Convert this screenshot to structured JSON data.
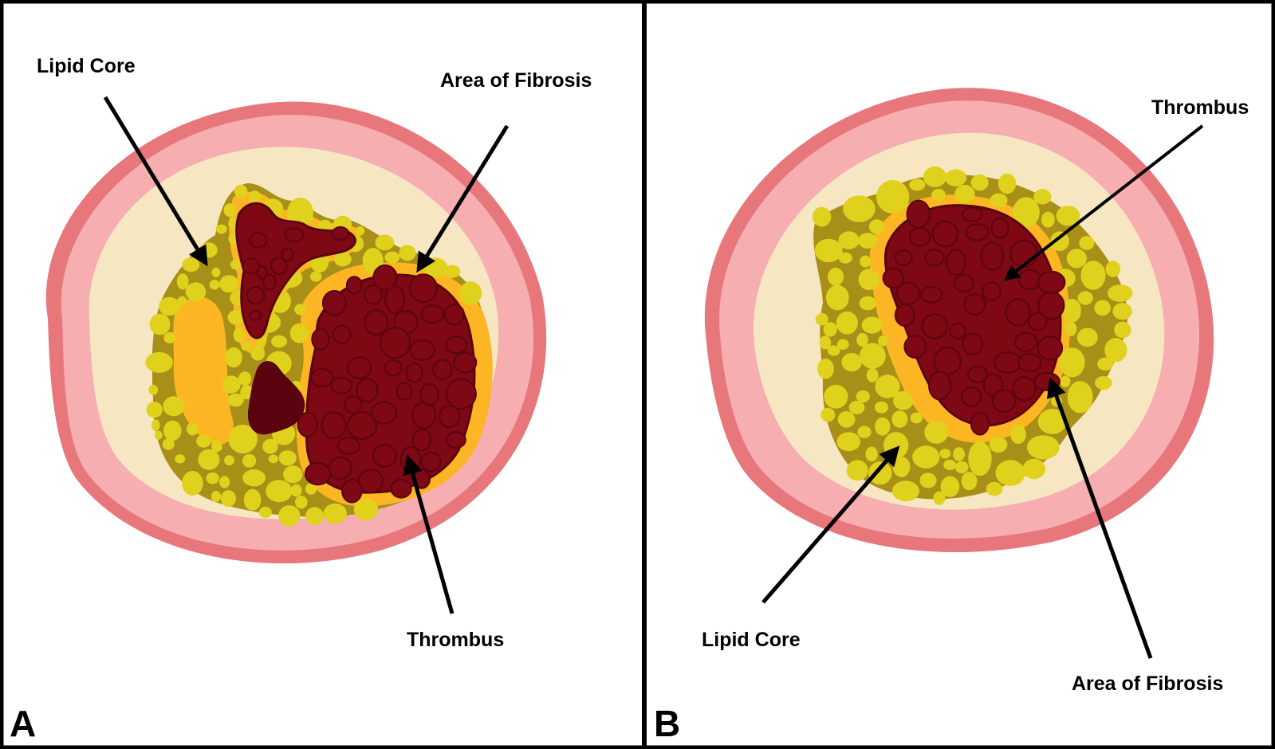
{
  "panels": [
    {
      "letter": "A",
      "labels": {
        "lipid_core": "Lipid Core",
        "fibrosis": "Area of Fibrosis",
        "thrombus": "Thrombus"
      }
    },
    {
      "letter": "B",
      "labels": {
        "thrombus": "Thrombus",
        "lipid_core": "Lipid Core",
        "fibrosis": "Area of Fibrosis"
      }
    }
  ],
  "colors": {
    "adventitia": "#e8777c",
    "media": "#f6aeb0",
    "intima": "#f6e6c2",
    "plaque_matrix": "#a88f18",
    "lipid_droplet": "#dfd11c",
    "fibrosis": "#fcb523",
    "thrombus": "#7e0813",
    "thrombus_dark": "#5a0410",
    "frame": "#000000"
  }
}
